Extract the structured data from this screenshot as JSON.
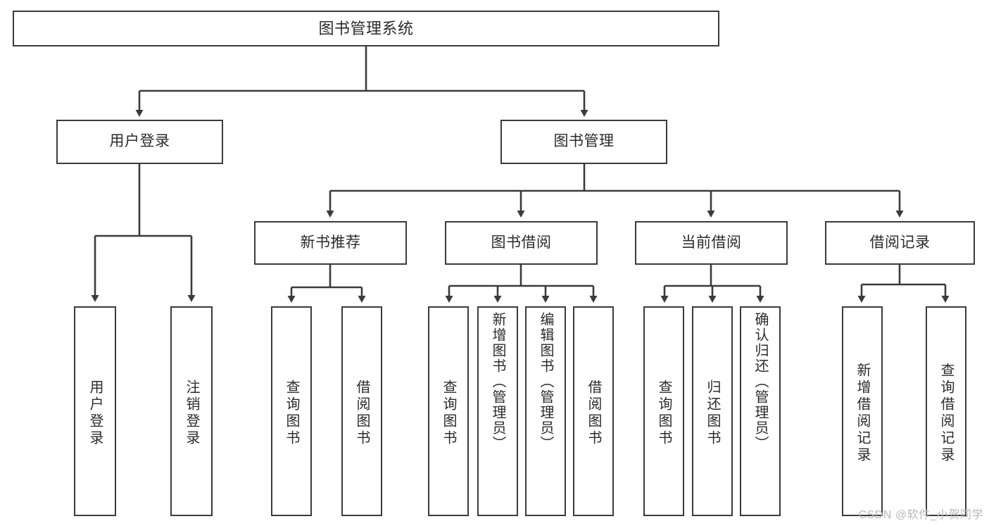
{
  "diagram": {
    "title": "图书管理系统",
    "type": "hierarchy-tree",
    "stroke_color": "#3b3b3b",
    "text_color": "#2b2b2b",
    "background": "#ffffff",
    "watermark": "CSDN @软件_小贺同学"
  },
  "root": {
    "label": "图书管理系统"
  },
  "level2": {
    "user_login": {
      "label": "用户登录"
    },
    "book_manage": {
      "label": "图书管理"
    }
  },
  "level3": {
    "new_book": {
      "label": "新书推荐"
    },
    "borrow": {
      "label": "图书借阅"
    },
    "current": {
      "label": "当前借阅"
    },
    "records": {
      "label": "借阅记录"
    }
  },
  "leaves": {
    "user_login": [
      {
        "label": "用户登录"
      },
      {
        "label": "注销登录"
      }
    ],
    "new_book": [
      {
        "label": "查询图书"
      },
      {
        "label": "借阅图书"
      }
    ],
    "borrow": [
      {
        "label": "查询图书"
      },
      {
        "label": "新增图书（管理员）"
      },
      {
        "label": "编辑图书（管理员）"
      },
      {
        "label": "借阅图书"
      }
    ],
    "current": [
      {
        "label": "查询图书"
      },
      {
        "label": "归还图书"
      },
      {
        "label": "确认归还（管理员）"
      }
    ],
    "records": [
      {
        "label": "新增借阅记录"
      },
      {
        "label": "查询借阅记录"
      }
    ]
  }
}
